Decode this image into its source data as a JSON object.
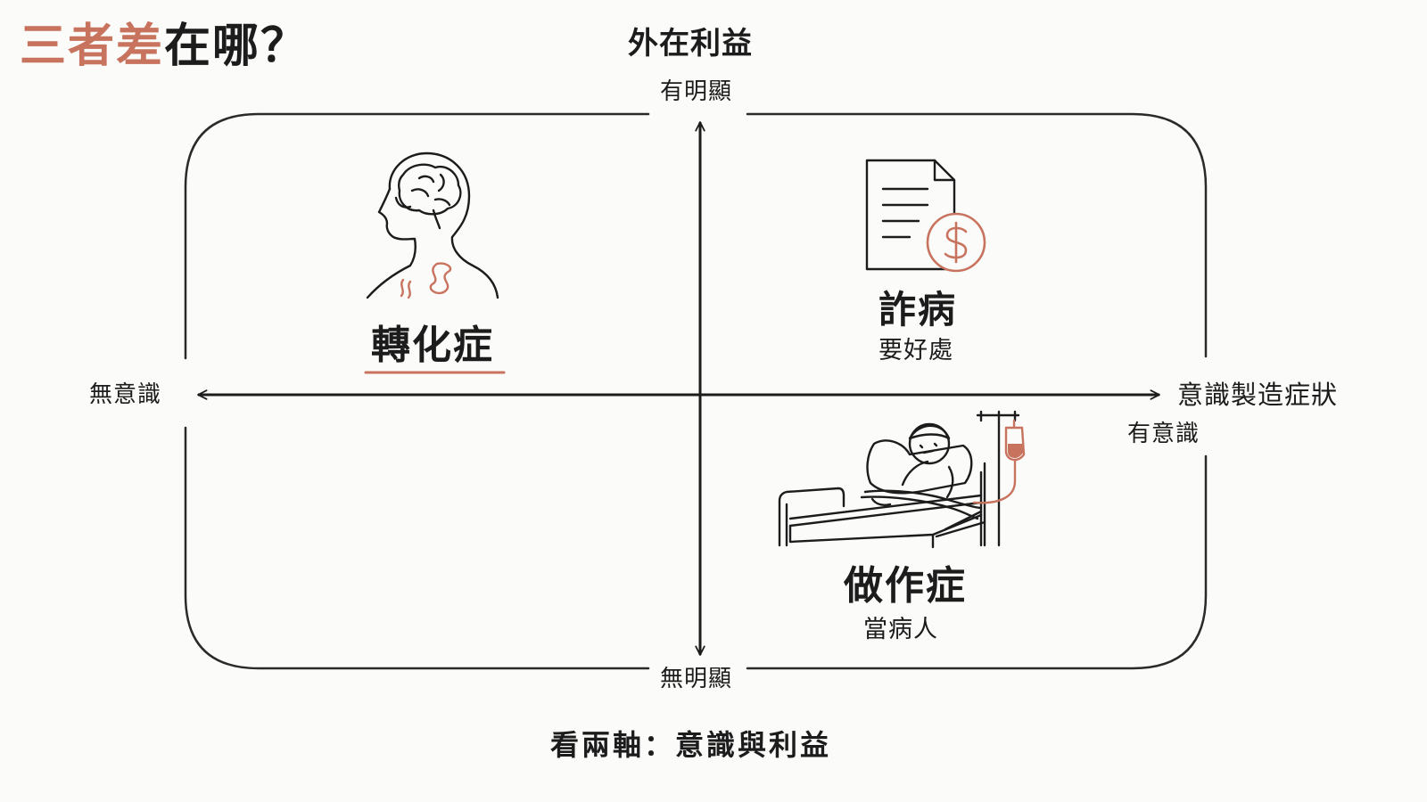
{
  "title": {
    "accent": "三者差",
    "rest": "在哪？"
  },
  "axes": {
    "vertical_title": "外在利益",
    "top_label": "有明顯",
    "bottom_label": "無明顯",
    "left_label": "無意識",
    "horizontal_title": "意識製造症狀",
    "right_label": "有意識"
  },
  "quadrants": {
    "conversion": {
      "name": "轉化症",
      "icon": "human-brain-icon"
    },
    "malingering": {
      "name": "詐病",
      "subtitle": "要好處",
      "icon": "document-money-icon"
    },
    "factitious": {
      "name": "做作症",
      "subtitle": "當病人",
      "icon": "hospital-bed-patient-icon"
    }
  },
  "footer": "看兩軸：意識與利益",
  "colors": {
    "accent": "#c8735e",
    "ink": "#1c1c1c",
    "background": "#fbfbfa"
  }
}
